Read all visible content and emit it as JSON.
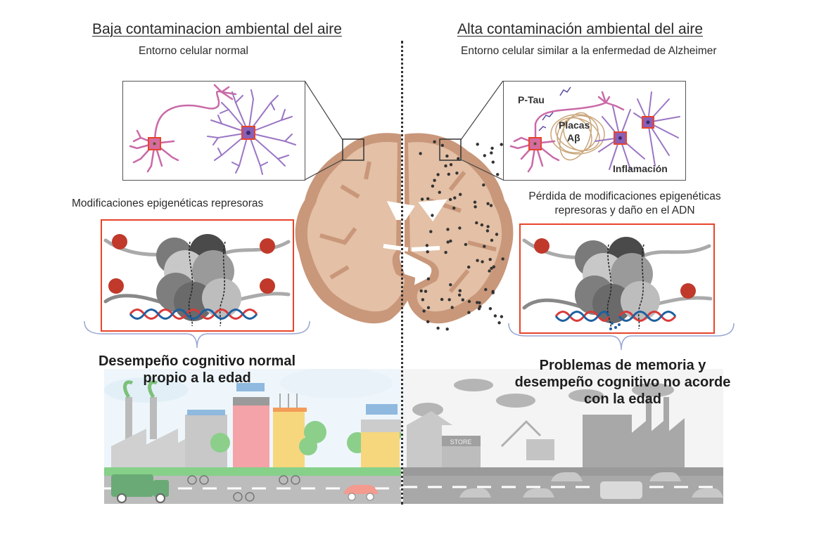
{
  "left": {
    "title": "Baja contaminacion ambiental  del aire",
    "cell_environment": "Entorno celular normal",
    "epigenetic_label": "Modificaciones epigenéticas  represoras",
    "outcome_line1": "Desempeño cognitivo normal",
    "outcome_line2": "propio a la edad"
  },
  "right": {
    "title": "Alta contaminación ambiental del aire",
    "cell_environment": "Entorno celular similar a la enfermedad de Alzheimer",
    "epigenetic_label_line1": "Pérdida de modificaciones epigenéticas",
    "epigenetic_label_line2": "represoras y daño en el ADN",
    "outcome_line1": "Problemas de memoria y",
    "outcome_line2": "desempeño cognitivo no acorde",
    "outcome_line3": "con la edad",
    "inset_labels": {
      "ptau": "P-Tau",
      "plaques_line1": "Placas",
      "plaques_line2": "Aβ",
      "inflammation": "Inflamación"
    },
    "store_sign": "STORE"
  },
  "colors": {
    "brain_outer": "#c9977a",
    "brain_inner": "#e3c0a6",
    "epi_border": "#e8442b",
    "histone_mark": "#c0392b",
    "dna_red": "#d93a3a",
    "dna_blue": "#1f5fa0",
    "neuron_pink": "#c96aa8",
    "neuron_purple": "#9a76c4",
    "particle": "#333333"
  }
}
